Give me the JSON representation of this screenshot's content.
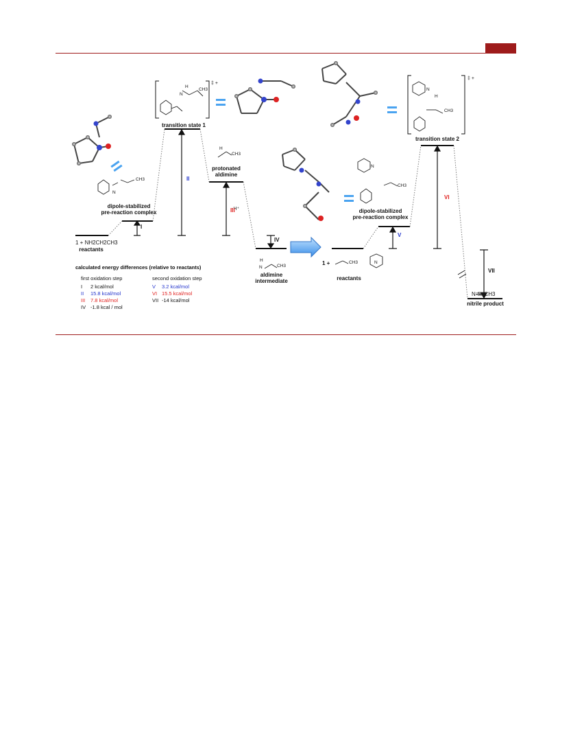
{
  "header": {
    "tab_color": "#9e1b1b"
  },
  "colors": {
    "rule": "#9e1b1b",
    "blue": "#2233cc",
    "red": "#e0201e",
    "black": "#111111",
    "equals": "#4aa3f0"
  },
  "diagram": {
    "ts1": {
      "label": "transition state 1",
      "charge": "‡ +"
    },
    "ts2": {
      "label": "transition state 2",
      "charge": "‡ +"
    },
    "complex1": {
      "line1": "dipole-stabilized",
      "line2": "pre-reaction complex"
    },
    "complex2": {
      "line1": "dipole-stabilized",
      "line2": "pre-reaction complex"
    },
    "reactants1": {
      "formula": "1 + NH2CH2CH3",
      "label": "reactants"
    },
    "reactants2": {
      "formula": "1 +",
      "label": "reactants"
    },
    "protonated": {
      "line1": "protonated",
      "line2": "aldimine"
    },
    "aldimine": {
      "line1": "aldimine",
      "line2": "intermediate"
    },
    "nitrile": {
      "formula": "N≡—CH3",
      "label": "nitrile product"
    },
    "minus_h": "-H⁺",
    "numerals": {
      "i": "I",
      "ii": "II",
      "iii": "III",
      "iv": "IV",
      "v": "V",
      "vi": "VI",
      "vii": "VII"
    },
    "ch3": "CH3",
    "h": "H",
    "n": "N"
  },
  "legend": {
    "title": "calculated energy differences (relative to reactants)",
    "first_heading": "first oxidation step",
    "second_heading": "second oxidation step",
    "first": [
      {
        "n": "I",
        "v": "2 kcal/mol",
        "color": "#111111"
      },
      {
        "n": "II",
        "v": "15.8 kcal/mol",
        "color": "#2233cc"
      },
      {
        "n": "III",
        "v": "7.8 kcal/mol",
        "color": "#e0201e"
      },
      {
        "n": "IV",
        "v": "-1.8 kcal / mol",
        "color": "#111111"
      }
    ],
    "second": [
      {
        "n": "V",
        "v": "3.2 kcal/mol",
        "color": "#2233cc"
      },
      {
        "n": "VI",
        "v": "15.5 kcal/mol",
        "color": "#e0201e"
      },
      {
        "n": "VII",
        "v": "-14 kcal/mol",
        "color": "#111111"
      }
    ]
  }
}
